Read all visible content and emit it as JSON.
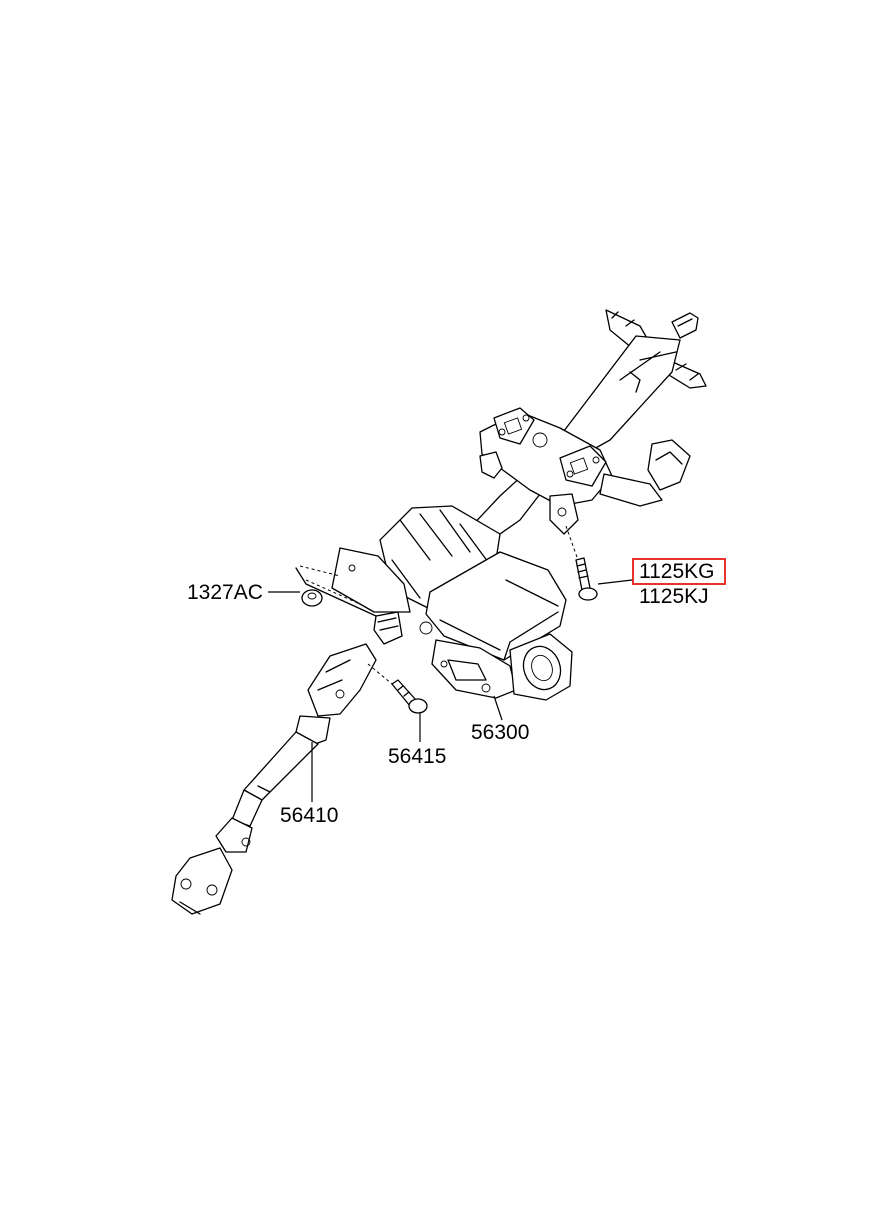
{
  "diagram": {
    "parts": [
      {
        "id": "p1327ac",
        "number": "1327AC"
      },
      {
        "id": "p1125kg",
        "number": "1125KG",
        "highlighted": true
      },
      {
        "id": "p1125kj",
        "number": "1125KJ"
      },
      {
        "id": "p56300",
        "number": "56300"
      },
      {
        "id": "p56415",
        "number": "56415"
      },
      {
        "id": "p56410",
        "number": "56410"
      }
    ],
    "highlight_color": "#e8332a"
  }
}
